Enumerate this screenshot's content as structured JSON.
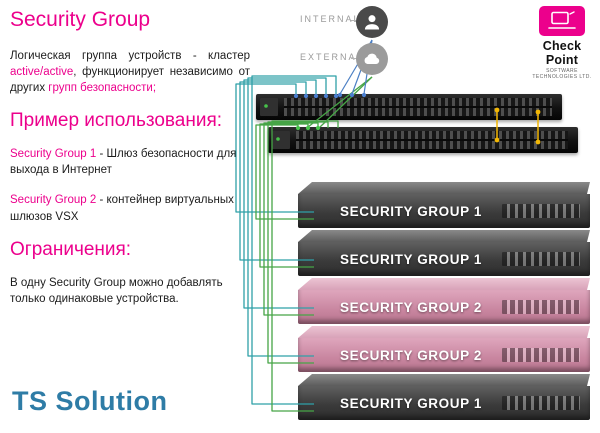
{
  "colors": {
    "accent_pink": "#ec008c",
    "cable_teal": "#2fa0a8",
    "cable_green": "#46a546",
    "cable_blue": "#4b7fc4",
    "cable_orange": "#f2b705",
    "ts_logo_blue": "#2e7ca6",
    "server_group1_face": "#3b3b3b",
    "server_group2_face": "#c8859f"
  },
  "icons": {
    "internal": "person-icon",
    "external": "cloud-icon",
    "checkpoint_badge": "checkpoint-doodle-icon"
  },
  "left_panel": {
    "title": "Security Group",
    "p1": {
      "s1": "Логическая группа устройств - кластер ",
      "s2": "active/active",
      "s3": ", функционирует независимо от других ",
      "s4": "групп безопасности;"
    },
    "h_example": "Пример использования:",
    "p2": {
      "s1": "Security Group 1",
      "s2": " - Шлюз безопасности для выхода в Интернет"
    },
    "p3": {
      "s1": "Security Group 2",
      "s2": " - контейнер виртуальных шлюзов VSX"
    },
    "h_limits": "Ограничения:",
    "p4": "В одну Security Group можно добавлять только одинаковые устройства.",
    "logo": "TS Solution"
  },
  "top_labels": {
    "internal": "INTERNAL",
    "external": "EXTERNAL"
  },
  "checkpoint": {
    "name": "Check Point",
    "sub": "SOFTWARE TECHNOLOGIES LTD."
  },
  "servers": [
    {
      "label": "SECURITY GROUP 1",
      "group": 1
    },
    {
      "label": "SECURITY GROUP 1",
      "group": 1
    },
    {
      "label": "SECURITY GROUP 2",
      "group": 2
    },
    {
      "label": "SECURITY GROUP 2",
      "group": 2
    },
    {
      "label": "SECURITY GROUP 1",
      "group": 1
    }
  ]
}
